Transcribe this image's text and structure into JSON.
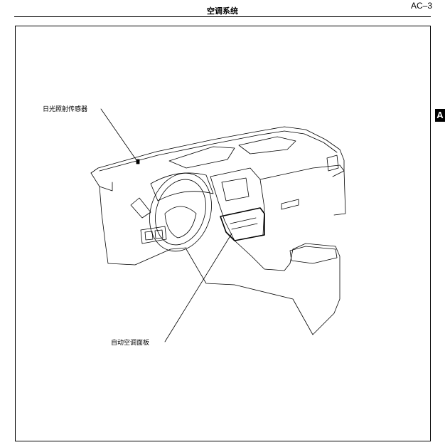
{
  "header": {
    "title": "空调系统",
    "page_number": "AC–3"
  },
  "section_tab": "A",
  "figure": {
    "callouts": [
      "日光照射传感器",
      "自动空调面板"
    ]
  }
}
